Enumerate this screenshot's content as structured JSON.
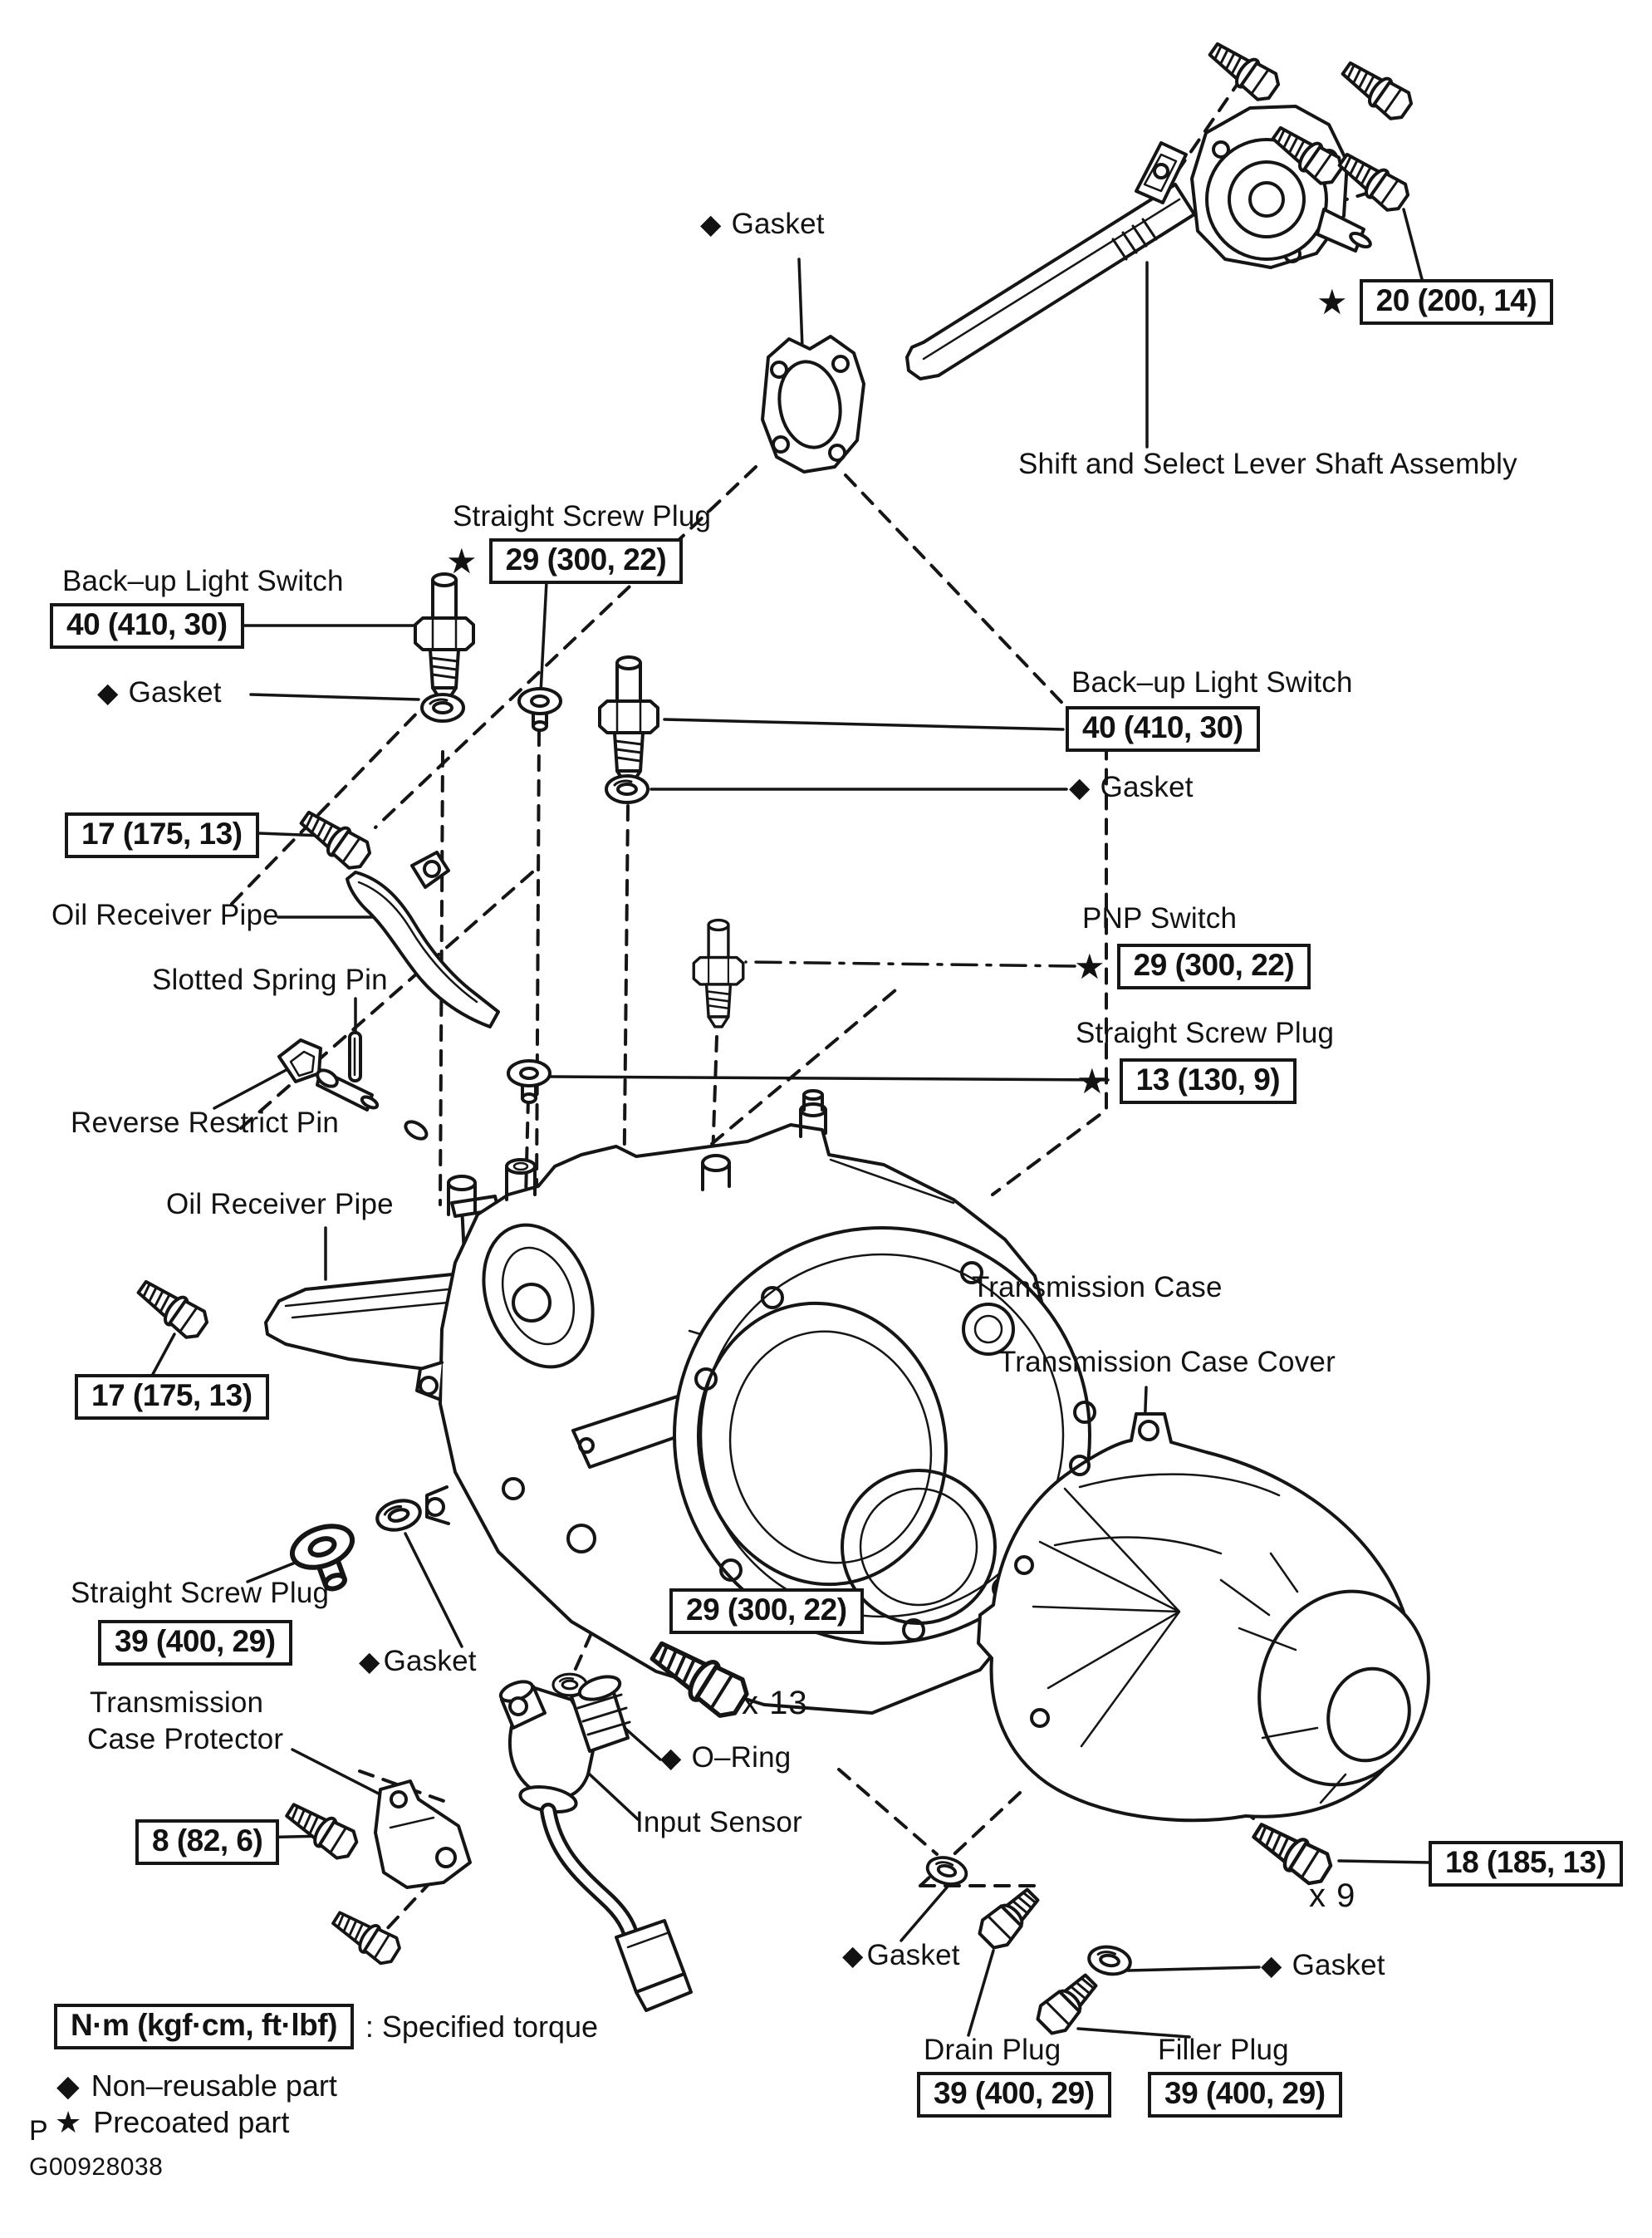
{
  "document": {
    "type": "exploded-parts-diagram",
    "subject": "Manual transmission case assembly",
    "figure_number": "G00928038",
    "page_marker": "P"
  },
  "symbols": {
    "diamond": "◆",
    "star": "★"
  },
  "callouts": {
    "gasket": "Gasket",
    "shift_assembly": "Shift and Select Lever Shaft Assembly",
    "straight_screw_plug": "Straight Screw Plug",
    "backup_light_switch": "Back–up Light Switch",
    "pnp_switch": "PNP Switch",
    "oil_receiver_pipe": "Oil Receiver Pipe",
    "slotted_spring_pin": "Slotted Spring Pin",
    "reverse_restrict_pin": "Reverse Restrict Pin",
    "transmission_case": "Transmission Case",
    "transmission_case_cover": "Transmission Case Cover",
    "case_protector_line1": "Transmission",
    "case_protector_line2": "Case Protector",
    "o_ring": "O–Ring",
    "input_sensor": "Input Sensor",
    "drain_plug": "Drain Plug",
    "filler_plug": "Filler Plug"
  },
  "torques": {
    "t20": "20 (200, 14)",
    "t29": "29 (300, 22)",
    "t40": "40 (410, 30)",
    "t17": "17 (175, 13)",
    "t13": "13 (130, 9)",
    "t39": "39 (400, 29)",
    "t8": "8 (82, 6)",
    "t18": "18 (185, 13)"
  },
  "multipliers": {
    "x13": "x 13",
    "x9": "x 9"
  },
  "legend": {
    "torque_unit_box": "N·m (kgf·cm, ft·lbf)",
    "torque_meaning": ": Specified torque",
    "non_reusable": "Non–reusable part",
    "precoated": "Precoated part"
  },
  "colors": {
    "ink": "#151515",
    "background": "#ffffff"
  }
}
